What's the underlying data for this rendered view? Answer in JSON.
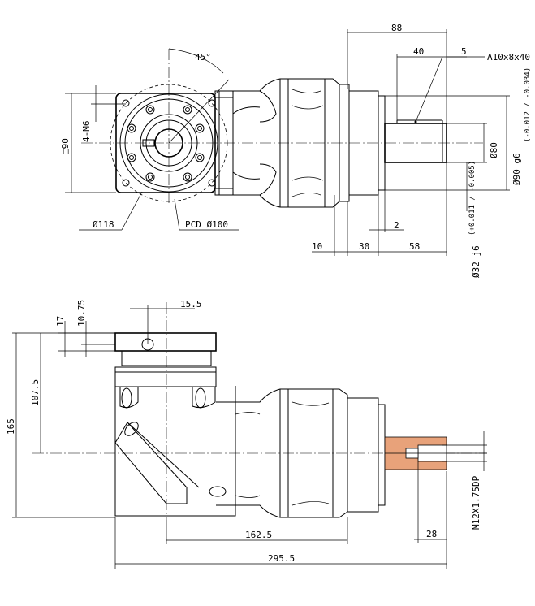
{
  "top_view": {
    "dims": {
      "overall_top": "88",
      "key_len": "40",
      "key_offset": "5",
      "key_spec": "A10x8x40",
      "angle": "45°",
      "bolts": "4-M6",
      "square": "□90",
      "dia_118": "Ø118",
      "pcd": "PCD Ø100",
      "d80": "Ø80",
      "d90": "Ø90 g6",
      "d90_tol": "(-0.012 / -0.034)",
      "d32": "Ø32 j6",
      "d32_tol": "(+0.011 / -0.005)",
      "gap2": "2",
      "len10": "10",
      "len30": "30",
      "len58": "58"
    }
  },
  "side_view": {
    "dims": {
      "h17": "17",
      "h10_75": "10.75",
      "off15_5": "15.5",
      "h107_5": "107.5",
      "h165": "165",
      "len162_5": "162.5",
      "len295_5": "295.5",
      "len28": "28",
      "thread": "M12X1.75DP"
    }
  }
}
